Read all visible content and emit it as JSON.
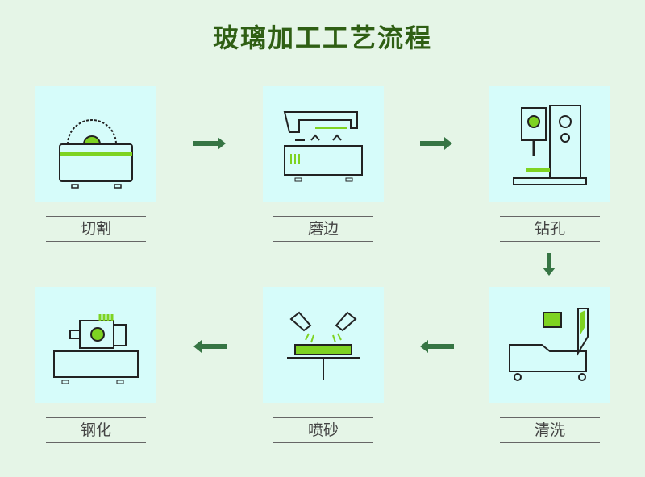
{
  "title": "玻璃加工工艺流程",
  "steps": [
    {
      "label": "切割",
      "icon": "saw-icon"
    },
    {
      "label": "磨边",
      "icon": "edging-machine-icon"
    },
    {
      "label": "钻孔",
      "icon": "drill-machine-icon"
    },
    {
      "label": "清洗",
      "icon": "washing-machine-icon"
    },
    {
      "label": "喷砂",
      "icon": "sandblast-icon"
    },
    {
      "label": "钢化",
      "icon": "tempering-furnace-icon"
    }
  ],
  "colors": {
    "background": "#e5f5e7",
    "box": "#d6fcfa",
    "title": "#2f5f14",
    "arrow": "#367544",
    "accent": "#7ed321"
  }
}
